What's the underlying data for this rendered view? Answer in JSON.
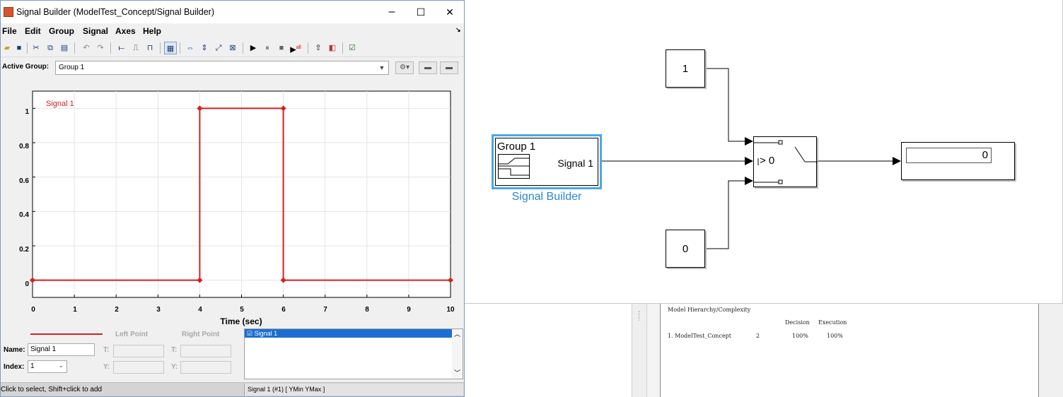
{
  "signal_builder_window": {
    "title": "Signal Builder (ModelTest_Concept/Signal Builder)",
    "window_controls": {
      "minimize": "–",
      "maximize": "☐",
      "close": "✕"
    },
    "menu": [
      "File",
      "Edit",
      "Group",
      "Signal",
      "Axes",
      "Help"
    ],
    "menu_overflow": "↘",
    "toolbar_icons": [
      "open-icon",
      "save-icon",
      "cut-icon",
      "copy-icon",
      "paste-icon",
      "undo-icon",
      "redo-icon",
      "constant-signal-icon",
      "step-signal-icon",
      "pulse-signal-icon",
      "grid-icon",
      "zoom-x-icon",
      "zoom-y-icon",
      "zoom-xy-icon",
      "fit-view-icon",
      "play-icon",
      "pause-icon",
      "stop-icon",
      "play-all-icon",
      "up-arrow-icon",
      "model-icon",
      "verify-icon"
    ],
    "active_group_label": "Active Group:",
    "active_group_value": "Group 1",
    "plot": {
      "signal_label": "Signal 1",
      "signal_color": "#d42020",
      "xlabel": "Time (sec)",
      "x_ticks": [
        "0",
        "1",
        "2",
        "3",
        "4",
        "5",
        "6",
        "7",
        "8",
        "9",
        "10"
      ],
      "y_ticks": [
        "1",
        "0.8",
        "0.6",
        "0.4",
        "0.2",
        "0"
      ]
    },
    "chart_data": {
      "type": "line",
      "x": [
        0,
        4,
        4,
        6,
        6,
        10
      ],
      "series": [
        {
          "name": "Signal 1",
          "values": [
            0,
            0,
            1,
            1,
            0,
            0
          ]
        }
      ],
      "xlabel": "Time (sec)",
      "xlim": [
        0,
        10
      ],
      "ylim": [
        -0.1,
        1.1
      ],
      "grid": true
    },
    "editor": {
      "left_point": "Left Point",
      "right_point": "Right Point",
      "t_label": "T:",
      "y_label": "Y:",
      "name_label": "Name:",
      "name_value": "Signal 1",
      "index_label": "Index:",
      "index_value": "1",
      "list_item": "☑ Signal 1"
    },
    "status": {
      "hint": "Click to select, Shift+click to add",
      "signal_info": "Signal 1 (#1)  [ YMin YMax ]"
    }
  },
  "simulink": {
    "const_top": "1",
    "const_bottom": "0",
    "signal_builder_group": "Group 1",
    "signal_builder_output": "Signal 1",
    "signal_builder_name": "Signal Builder",
    "switch_label": "> 0",
    "display_value": "0"
  },
  "report": {
    "heading": "Model Hierarchy/Complexity",
    "col_decision": "Decision",
    "col_execution": "Execution",
    "row_name": "1. ModelTest_Concept",
    "row_complexity": "2",
    "row_decision": "100%",
    "row_execution": "100%"
  }
}
